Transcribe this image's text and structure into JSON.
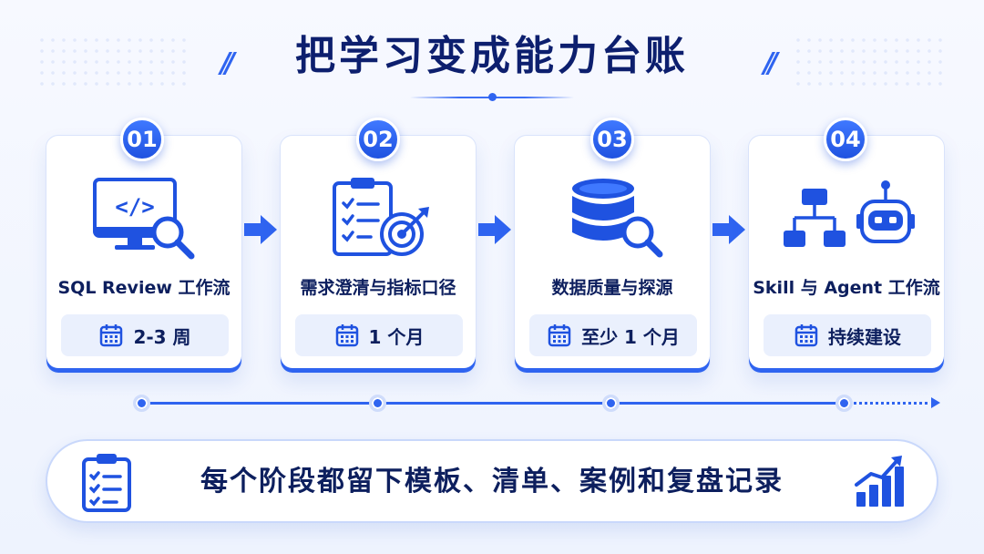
{
  "title": "把学习变成能力台账",
  "title_deco": "//",
  "steps": [
    {
      "number": "01",
      "label": "SQL Review 工作流",
      "duration": "2-3 周",
      "icon": "code-monitor-search-icon"
    },
    {
      "number": "02",
      "label": "需求澄清与指标口径",
      "duration": "1 个月",
      "icon": "clipboard-target-icon"
    },
    {
      "number": "03",
      "label": "数据质量与探源",
      "duration": "至少 1 个月",
      "icon": "database-search-icon"
    },
    {
      "number": "04",
      "label": "Skill 与 Agent 工作流",
      "duration": "持续建设",
      "icon": "flowchart-robot-icon"
    }
  ],
  "banner": {
    "text": "每个阶段都留下模板、清单、案例和复盘记录",
    "left_icon": "checklist-icon",
    "right_icon": "growth-chart-icon"
  },
  "colors": {
    "accent": "#2f64f0",
    "dark": "#0d1f5e",
    "pill": "#eaf0fd"
  }
}
